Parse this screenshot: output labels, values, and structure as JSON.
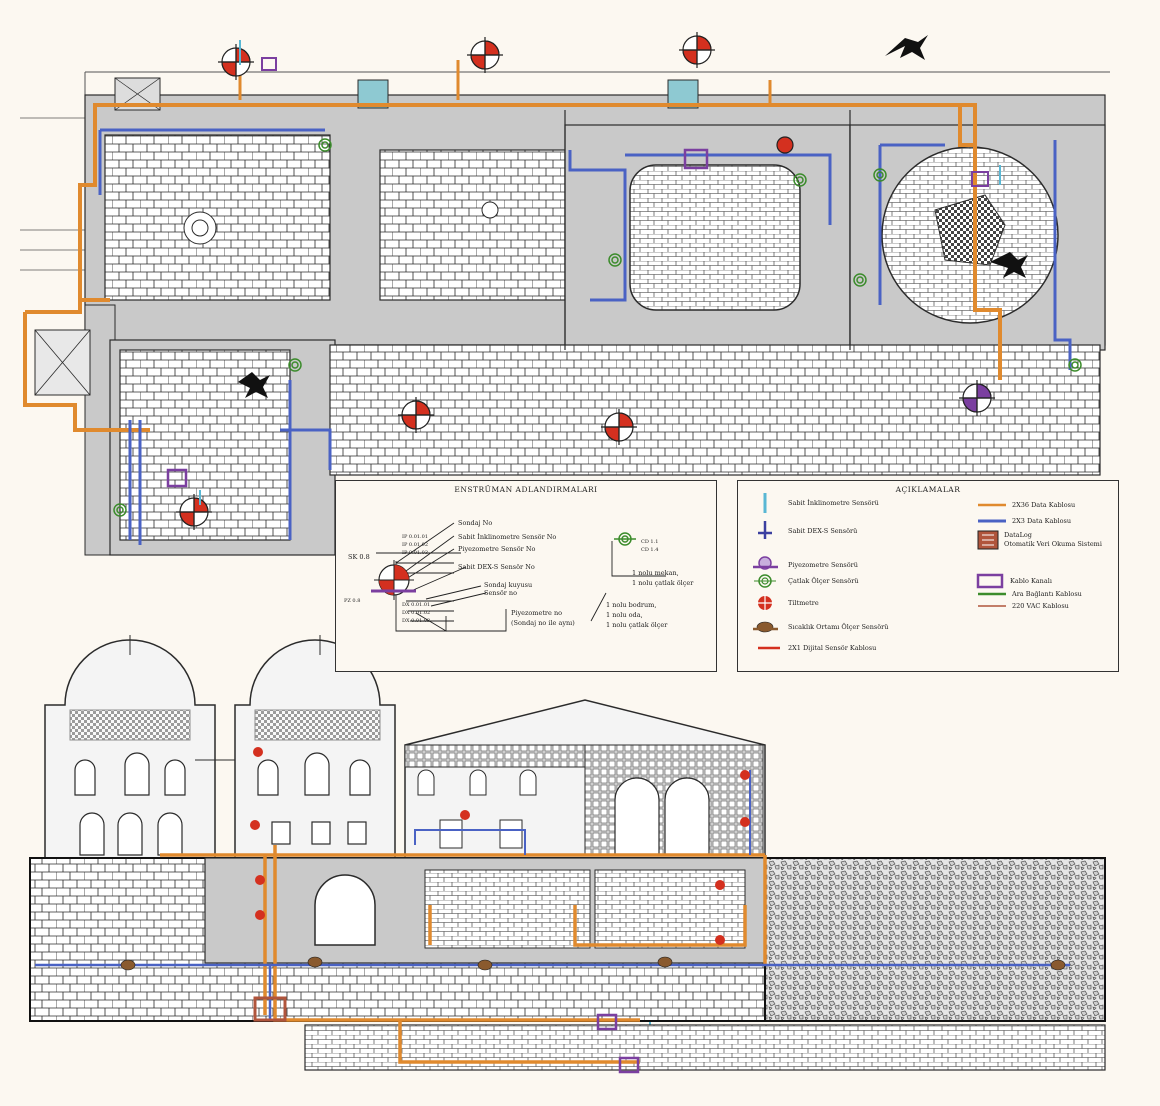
{
  "colors": {
    "background": "#fcf8f1",
    "stone_fill": "#c9c9c9",
    "stone_line": "#2b2b2b",
    "data_cable_orange": "#e08a2e",
    "data_cable_blue": "#4a62c4",
    "cable_tray_purple": "#7b3fa0",
    "bus_cable_green": "#3c8c2c",
    "power_cable_brown": "#b0553c",
    "digital_cable_red": "#d4301f",
    "sensor_gray_fill": "#9a9a9a"
  },
  "instrument_legend": {
    "title": "ENSTRÜMAN ADLANDIRMALARI",
    "labels": {
      "sk_code": "SK 0.8",
      "sondaj_no": "Sondaj No",
      "sabit_inkl_no": "Sabit İnklinometre Sensör No",
      "piyezometre_no": "Piyezometre Sensör No",
      "sabit_dex_no": "Sabit DEX-S Sensör No",
      "sondaj_kuyusu": "Sondaj kuyusu Sensör no",
      "piyezometre_sondaj": "Piyezometre no",
      "piyezometre_sondaj2": "(Sondaj no ile aynı)",
      "code_a": "IP 0.01.01",
      "code_b": "IP 0.01.02",
      "code_c": "IP 0.01.03",
      "code_d": "DX 0.01.01",
      "code_e": "DX 0.01.02",
      "code_f": "DX 0.01.03",
      "code_g": "PZ 0.8",
      "crack_a": "CD 1.1",
      "crack_b": "CD 1.4",
      "crack_note1": "1 nolu mekan,",
      "crack_note2": "1 nolu çatlak ölçer",
      "crack_note3": "1 nolu bodrum,",
      "crack_note4": "1 nolu oda,",
      "crack_note5": "1 nolu çatlak ölçer"
    }
  },
  "explanations_legend": {
    "title": "AÇIKLAMALAR",
    "left_items": [
      "Sabit İnklinometre Sensörü",
      "Sabit DEX-S Sensörü",
      "Piyezometre Sensörü",
      "Çatlak Ölçer Sensörü",
      "Tiltmetre",
      "Sıcaklık Ortamı Ölçer Sensörü",
      "2X1 Dijital Sensör Kablosu"
    ],
    "right_items": [
      "2X36 Data Kablosu",
      "2X3 Data Kablosu",
      "DataLog",
      "Otomatik Veri Okuma Sistemi",
      "Kablo Kanalı",
      "Ara Bağlantı Kablosu",
      "220 VAC Kablosu"
    ]
  }
}
